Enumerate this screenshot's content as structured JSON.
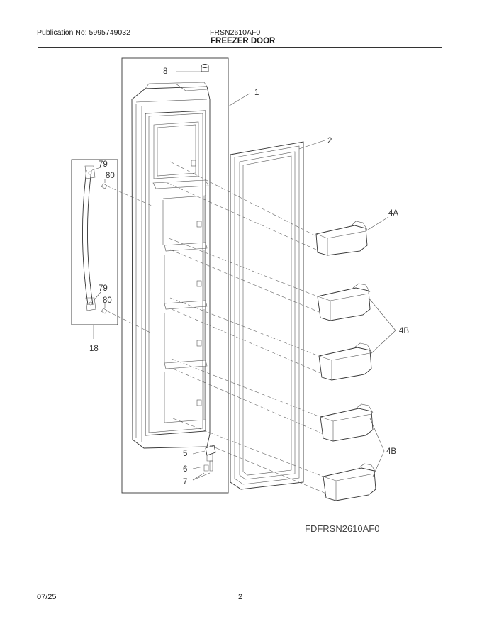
{
  "header": {
    "publication": "Publication No: 5995749032",
    "model": "FRSN2610AF0",
    "section": "FREEZER DOOR"
  },
  "callouts": [
    "1",
    "2",
    "4A",
    "4B",
    "4B",
    "5",
    "6",
    "7",
    "8",
    "18",
    "79",
    "80",
    "79",
    "80"
  ],
  "figure_code": "FDFRSN2610AF0",
  "footer": {
    "date": "07/25",
    "page": "2"
  }
}
